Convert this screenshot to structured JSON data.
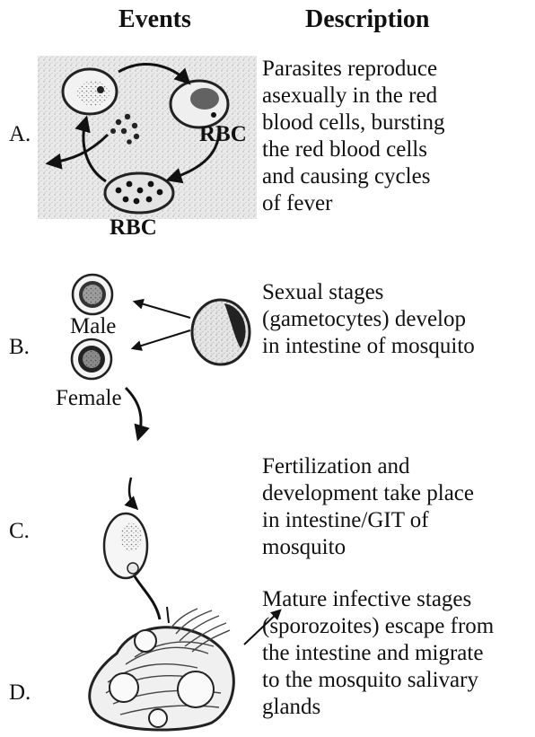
{
  "headers": {
    "events": "Events",
    "description": "Description"
  },
  "rows": [
    {
      "letter": "A.",
      "lines": [
        "Parasites reproduce",
        "asexually in the red",
        "blood cells, bursting",
        "the red blood cells",
        "and causing cycles",
        "of fever"
      ]
    },
    {
      "letter": "B.",
      "lines": [
        "Sexual stages",
        "(gametocytes) develop",
        "in intestine of mosquito"
      ]
    },
    {
      "letter": "C.",
      "lines": [
        "Fertilization and",
        "development take place",
        "in intestine/GIT of",
        "mosquito"
      ]
    },
    {
      "letter": "D.",
      "lines": [
        "Mature infective stages",
        "(sporozoites) escape from",
        "the intestine and migrate",
        "to the mosquito salivary",
        "glands"
      ]
    }
  ],
  "labels": {
    "rbc_a": "RBC",
    "rbc_b": "RBC",
    "male": "Male",
    "female": "Female"
  }
}
